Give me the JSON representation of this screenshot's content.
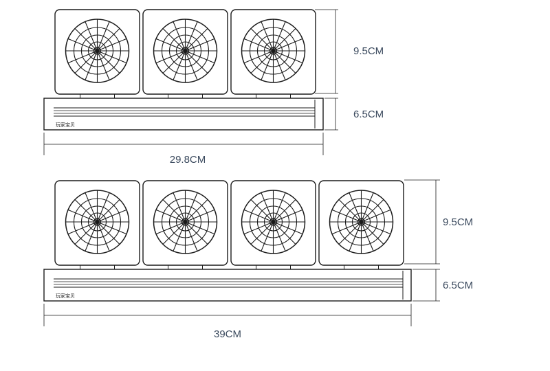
{
  "diagrams": [
    {
      "fan_count": 3,
      "brand_label": "玩家宝贝",
      "fan_height_label": "9.5CM",
      "base_height_label": "6.5CM",
      "width_label": "29.8CM"
    },
    {
      "fan_count": 4,
      "brand_label": "玩家宝贝",
      "fan_height_label": "9.5CM",
      "base_height_label": "6.5CM",
      "width_label": "39CM"
    }
  ],
  "colors": {
    "line": "#1a1a1a",
    "dimension_text": "#3b4a5e",
    "background": "#ffffff"
  }
}
